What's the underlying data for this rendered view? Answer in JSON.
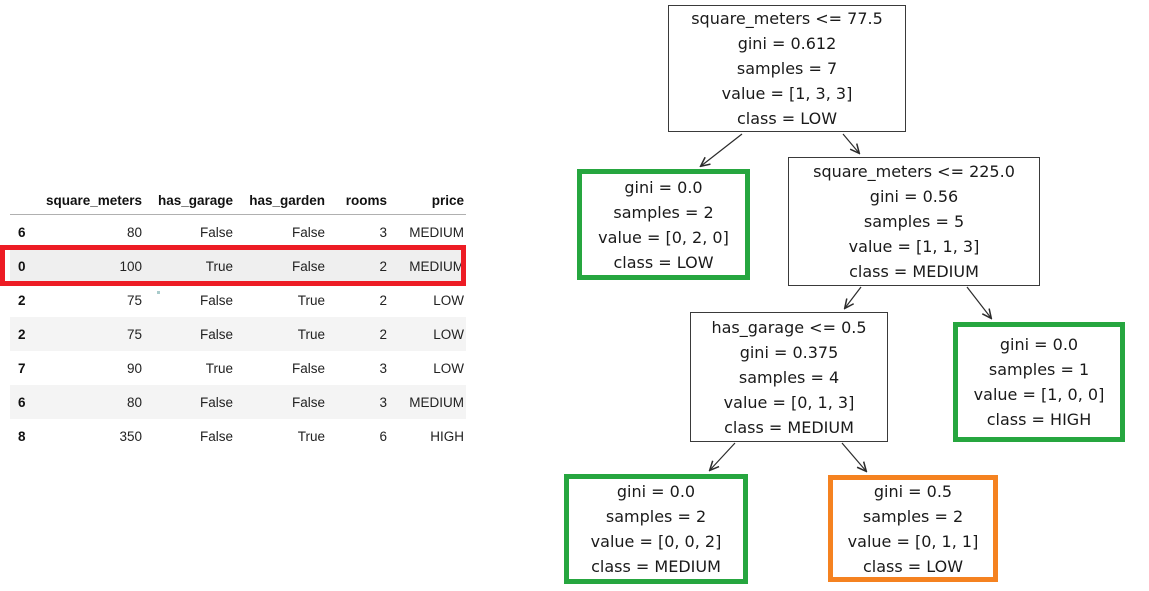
{
  "table": {
    "columns": [
      "square_meters",
      "has_garage",
      "has_garden",
      "rooms",
      "price"
    ],
    "rows": [
      {
        "index": "6",
        "cells": [
          "80",
          "False",
          "False",
          "3",
          "MEDIUM"
        ]
      },
      {
        "index": "0",
        "cells": [
          "100",
          "True",
          "False",
          "2",
          "MEDIUM"
        ],
        "highlighted": true
      },
      {
        "index": "2",
        "cells": [
          "75",
          "False",
          "True",
          "2",
          "LOW"
        ]
      },
      {
        "index": "2",
        "cells": [
          "75",
          "False",
          "True",
          "2",
          "LOW"
        ]
      },
      {
        "index": "7",
        "cells": [
          "90",
          "True",
          "False",
          "3",
          "LOW"
        ]
      },
      {
        "index": "6",
        "cells": [
          "80",
          "False",
          "False",
          "3",
          "MEDIUM"
        ]
      },
      {
        "index": "8",
        "cells": [
          "350",
          "False",
          "True",
          "6",
          "HIGH"
        ]
      }
    ],
    "highlighted_row_index": 1
  },
  "tree": {
    "nodes": [
      {
        "id": "root",
        "kind": "split",
        "lines": [
          "square_meters <= 77.5",
          "gini = 0.612",
          "samples = 7",
          "value = [1, 3, 3]",
          "class = LOW"
        ]
      },
      {
        "id": "leaf-low-left",
        "kind": "leaf-green",
        "lines": [
          "gini = 0.0",
          "samples = 2",
          "value = [0, 2, 0]",
          "class = LOW"
        ]
      },
      {
        "id": "split-sqm-225",
        "kind": "split",
        "lines": [
          "square_meters <= 225.0",
          "gini = 0.56",
          "samples = 5",
          "value = [1, 1, 3]",
          "class = MEDIUM"
        ]
      },
      {
        "id": "split-has-garage",
        "kind": "split",
        "lines": [
          "has_garage <= 0.5",
          "gini = 0.375",
          "samples = 4",
          "value = [0, 1, 3]",
          "class = MEDIUM"
        ]
      },
      {
        "id": "leaf-high",
        "kind": "leaf-green",
        "lines": [
          "gini = 0.0",
          "samples = 1",
          "value = [1, 0, 0]",
          "class = HIGH"
        ]
      },
      {
        "id": "leaf-medium",
        "kind": "leaf-green",
        "lines": [
          "gini = 0.0",
          "samples = 2",
          "value = [0, 0, 2]",
          "class = MEDIUM"
        ]
      },
      {
        "id": "leaf-low-right",
        "kind": "leaf-orange",
        "lines": [
          "gini = 0.5",
          "samples = 2",
          "value = [0, 1, 1]",
          "class = LOW"
        ]
      }
    ],
    "edges": [
      {
        "from": "root",
        "to": "leaf-low-left"
      },
      {
        "from": "root",
        "to": "split-sqm-225"
      },
      {
        "from": "split-sqm-225",
        "to": "split-has-garage"
      },
      {
        "from": "split-sqm-225",
        "to": "leaf-high"
      },
      {
        "from": "split-has-garage",
        "to": "leaf-medium"
      },
      {
        "from": "split-has-garage",
        "to": "leaf-low-right"
      }
    ]
  },
  "colors": {
    "highlight_red": "#ed1c24",
    "leaf_green": "#26a63f",
    "leaf_orange": "#f58220",
    "row_stripe": "#f4f4f4",
    "node_border": "#3a3a3a"
  }
}
